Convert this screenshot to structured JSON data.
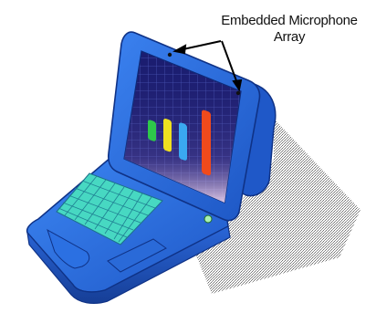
{
  "callout": {
    "line1": "Embedded Microphone",
    "line2": "Array"
  },
  "colors": {
    "laptop_body": "#2e6fe0",
    "laptop_dark": "#1c4fb8",
    "screen": "#1c1f6e",
    "keyboard": "#4fe0c8",
    "shadow": "#8a8a8a"
  },
  "screen_bars": [
    "#2ec84a",
    "#f0e020",
    "#3aa8f0",
    "#f04a1c"
  ],
  "icons": [
    "laptop-illustration",
    "microphone-icon"
  ]
}
